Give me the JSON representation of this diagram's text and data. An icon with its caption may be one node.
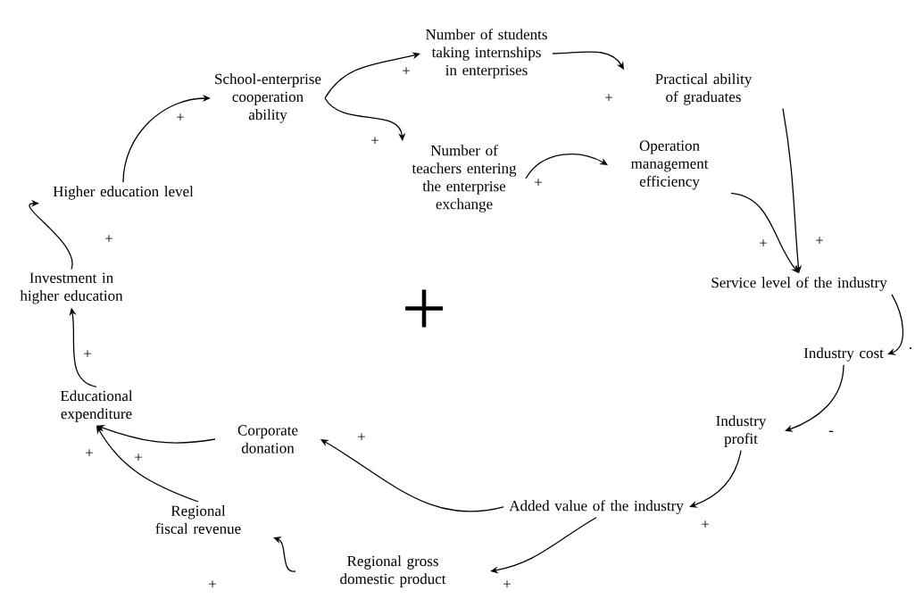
{
  "diagram": {
    "nodes": [
      {
        "text": [
          "School-enterprise cooperation ability"
        ]
      },
      {
        "text": [
          "Number of students taking internships in enterprises"
        ]
      },
      {
        "text": [
          "Practical ability of graduates"
        ]
      },
      {
        "text": [
          "Number of teachers entering the enterprise exchange"
        ]
      },
      {
        "text": [
          "Operation management efficiency"
        ]
      },
      {
        "text": [
          "Service level of the industry"
        ]
      },
      {
        "text": [
          "Industry cost"
        ]
      },
      {
        "text": [
          "Industry profit"
        ]
      },
      {
        "text": [
          "Added value of the industry"
        ]
      },
      {
        "text": [
          "Corporate donation"
        ]
      },
      {
        "text": [
          "Regional gross domestic product"
        ]
      },
      {
        "text": [
          "Regional fiscal revenue"
        ]
      },
      {
        "text": [
          "Educational expenditure"
        ]
      },
      {
        "text": [
          "Investment in higher education"
        ]
      },
      {
        "text": [
          "Higher education level"
        ]
      }
    ],
    "edges": [
      {
        "from": 14,
        "to": 0,
        "arrow": "to",
        "label": "+"
      },
      {
        "from": 0,
        "to": 1,
        "arrow": "to",
        "label": "+"
      },
      {
        "from": 0,
        "to": 3,
        "arrow": "to",
        "label": "+"
      },
      {
        "from": 1,
        "to": 2,
        "arrow": "to",
        "label": "+"
      },
      {
        "from": 3,
        "to": 4,
        "arrow": "to",
        "label": "+"
      },
      {
        "from": 4,
        "to": 5,
        "arrow": "to",
        "label": "+"
      },
      {
        "from": 2,
        "to": 5,
        "arrow": "to",
        "label": "+"
      },
      {
        "from": 5,
        "to": 6,
        "arrow": "to",
        "label": "."
      },
      {
        "from": 6,
        "to": 7,
        "arrow": "to",
        "label": "-"
      },
      {
        "from": 7,
        "to": 8,
        "arrow": "to",
        "label": "+"
      },
      {
        "from": 8,
        "to": 9,
        "arrow": "to",
        "label": "+"
      },
      {
        "from": 8,
        "to": 10,
        "arrow": "to",
        "label": "+"
      },
      {
        "from": 10,
        "to": 11,
        "arrow": "to",
        "label": "+"
      },
      {
        "from": 11,
        "to": 12,
        "arrow": "to",
        "label": "+"
      },
      {
        "from": 9,
        "to": 12,
        "arrow": "to",
        "label": "+"
      },
      {
        "from": 12,
        "to": 13,
        "arrow": "to",
        "label": "+"
      },
      {
        "from": 13,
        "to": 14,
        "arrow": "to",
        "label": "+"
      }
    ],
    "labels": [
      "+"
    ]
  }
}
